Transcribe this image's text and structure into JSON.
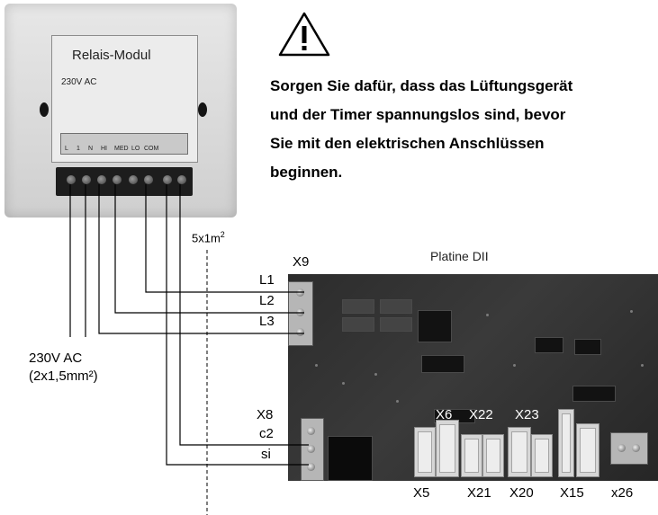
{
  "relay_module": {
    "title": "Relais-Modul",
    "voltage": "230V AC",
    "terminals": [
      "L",
      "1",
      "N",
      "HI",
      "MED",
      "LO",
      "COM"
    ]
  },
  "warning": {
    "icon": "warning-triangle-icon",
    "line1": "Sorgen Sie dafür, dass das Lüftungsgerät",
    "line2": "und der Timer spannungslos sind, bevor",
    "line3": "Sie mit den elektrischen Anschlüssen",
    "line4": "beginnen."
  },
  "cable": {
    "label": "5x1m",
    "superscript": "2"
  },
  "power": {
    "line1": "230V AC",
    "line2": "(2x1,5mm²)"
  },
  "board": {
    "title": "Platine  DII",
    "x9": "X9",
    "x8": "X8",
    "top_wires": [
      "L1",
      "L2",
      "L3"
    ],
    "bottom_wires": [
      "c2",
      "si"
    ],
    "top_connectors": [
      "X6",
      "X22",
      "X23"
    ],
    "bottom_connectors": [
      "X5",
      "X21",
      "X20",
      "X15",
      "x26"
    ]
  }
}
